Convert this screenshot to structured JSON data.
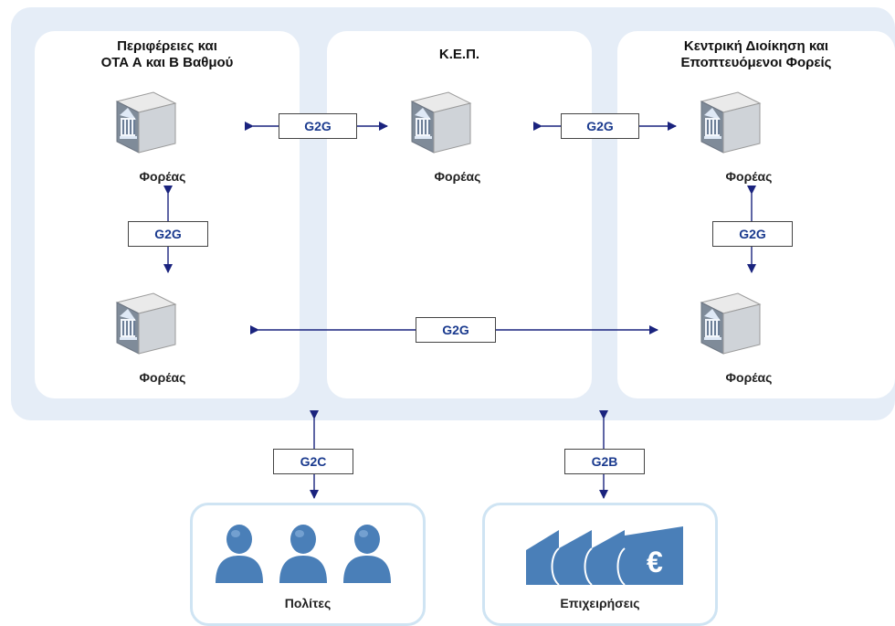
{
  "columns": {
    "left_title": "Περιφέρειες και\nΟΤΑ Α και Β Βαθμού",
    "middle_title": "Κ.Ε.Π.",
    "right_title": "Κεντρική Διοίκηση και\nΕποπτευόμενοι Φορείς"
  },
  "nodes": {
    "left_top": "Φορέας",
    "left_bottom": "Φορέας",
    "middle": "Φορέας",
    "right_top": "Φορέας",
    "right_bottom": "Φορέας"
  },
  "edges": {
    "left_middle": "G2G",
    "middle_right": "G2G",
    "left_vertical": "G2G",
    "right_vertical": "G2G",
    "bottom_horizontal": "G2G",
    "citizens": "G2C",
    "businesses": "G2B"
  },
  "groups": {
    "citizens": "Πολίτες",
    "businesses": "Επιχειρήσεις"
  },
  "colors": {
    "arrow": "#1a237e",
    "background": "#e5edf7",
    "group_border": "#cfe4f3",
    "icon_blue": "#4a7fb8"
  }
}
